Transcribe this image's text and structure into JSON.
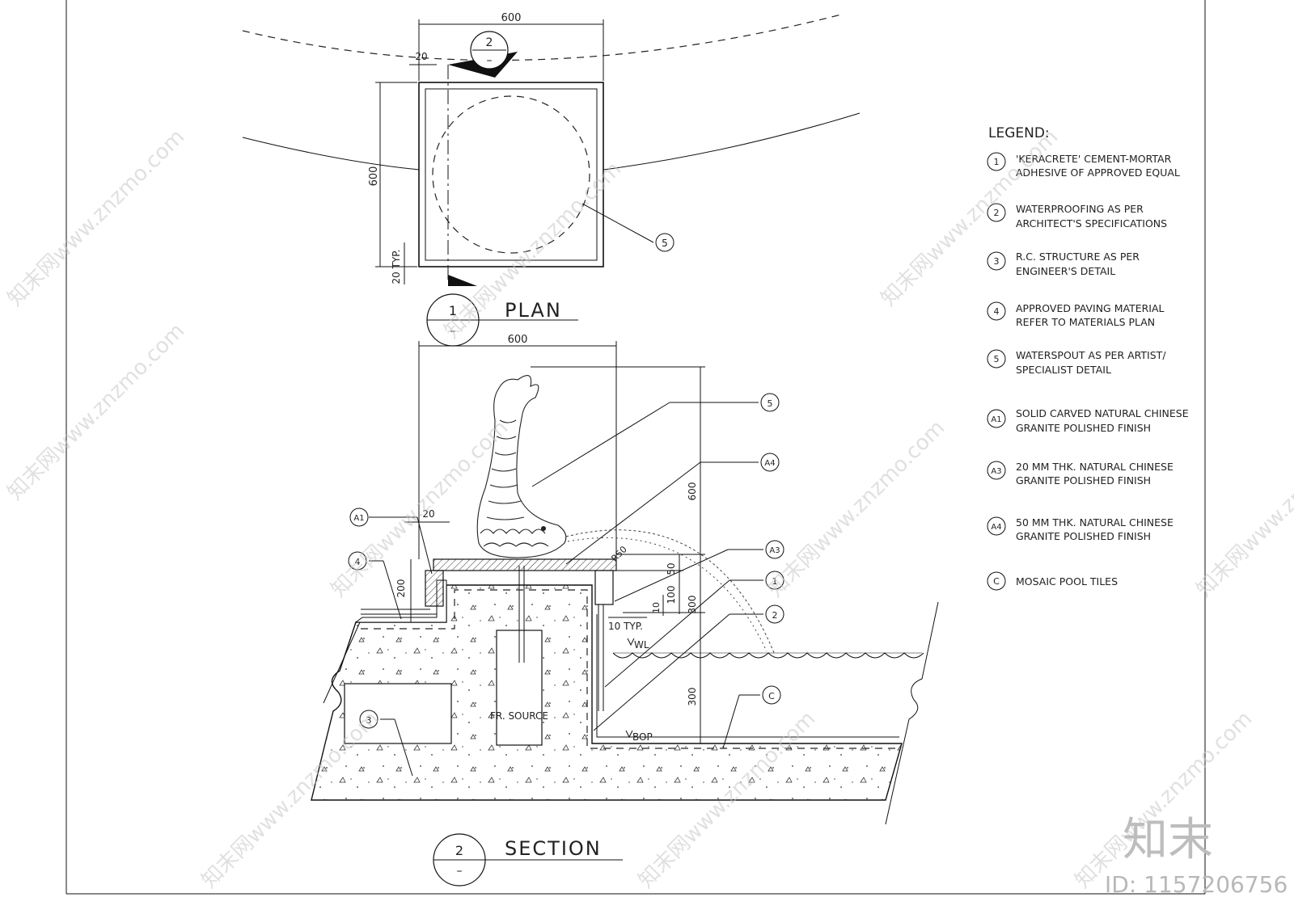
{
  "plan": {
    "title": "PLAN",
    "ref_top": "1",
    "ref_bottom": "–",
    "dim_width": "600",
    "dim_height": "600",
    "dim_gap": "20",
    "dim_typ": "20 TYP.",
    "section_marker_top": "2",
    "section_marker_bottom": "–",
    "callout": "5"
  },
  "section": {
    "title": "SECTION",
    "ref_top": "2",
    "ref_bottom": "–",
    "dim_top": "600",
    "dim_gap": "20",
    "dim_200": "200",
    "dim_50": "50",
    "dim_100": "100",
    "dim_10": "10",
    "dim_r50": "R50",
    "dim_600": "600",
    "dim_300a": "300",
    "dim_300b": "300",
    "typ_label": "10 TYP.",
    "wl_label": "WL",
    "bop_label": "BOP",
    "source_label": "FR. SOURCE",
    "callouts": [
      "5",
      "A4",
      "A1",
      "A3",
      "1",
      "2",
      "4",
      "3",
      "C"
    ]
  },
  "legend": {
    "title": "LEGEND:",
    "items": [
      {
        "tag": "1",
        "line1": "'KERACRETE' CEMENT-MORTAR",
        "line2": "ADHESIVE OF APPROVED EQUAL"
      },
      {
        "tag": "2",
        "line1": "WATERPROOFING AS PER",
        "line2": "ARCHITECT'S SPECIFICATIONS"
      },
      {
        "tag": "3",
        "line1": "R.C. STRUCTURE AS PER",
        "line2": "ENGINEER'S DETAIL"
      },
      {
        "tag": "4",
        "line1": "APPROVED PAVING MATERIAL",
        "line2": "REFER TO MATERIALS PLAN"
      },
      {
        "tag": "5",
        "line1": "WATERSPOUT AS PER ARTIST/",
        "line2": "SPECIALIST DETAIL"
      },
      {
        "tag": "A1",
        "line1": "SOLID CARVED NATURAL CHINESE",
        "line2": "GRANITE POLISHED FINISH"
      },
      {
        "tag": "A3",
        "line1": "20 MM THK. NATURAL CHINESE",
        "line2": "GRANITE POLISHED FINISH"
      },
      {
        "tag": "A4",
        "line1": "50 MM THK. NATURAL CHINESE",
        "line2": "GRANITE POLISHED FINISH"
      },
      {
        "tag": "C",
        "line1": "MOSAIC POOL TILES",
        "line2": ""
      }
    ]
  },
  "watermark": {
    "text": "知末网www.znzmo.com",
    "brand": "知末",
    "id": "ID: 1157206756"
  }
}
